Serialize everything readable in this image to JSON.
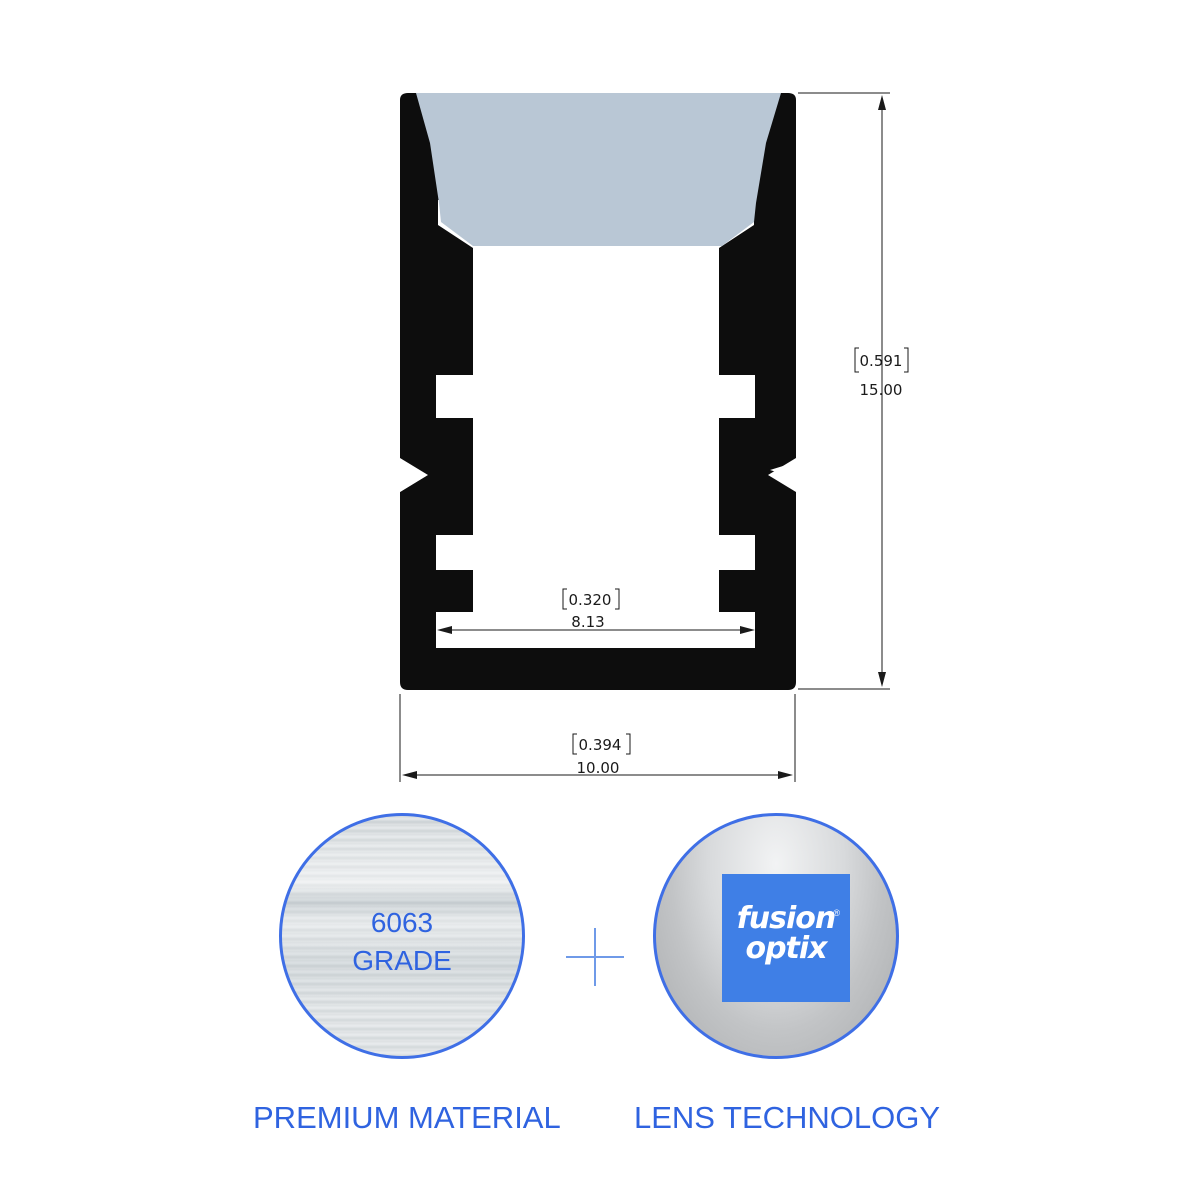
{
  "dimensions": {
    "height": {
      "inch": "0.591",
      "mm": "15.00"
    },
    "inner_width": {
      "inch": "0.320",
      "mm": "8.13"
    },
    "outer_width": {
      "inch": "0.394",
      "mm": "10.00"
    }
  },
  "badges": {
    "material": {
      "line1": "6063",
      "line2": "GRADE",
      "caption": "PREMIUM MATERIAL"
    },
    "lens": {
      "logo_line1": "fusion",
      "logo_line2": "optix",
      "logo_mark": "®",
      "caption": "LENS TECHNOLOGY"
    }
  },
  "colors": {
    "profile": "#0d0d0d",
    "lens": "#b9c7d5",
    "accent": "#2f63e0",
    "logo_bg": "#3f7fe6"
  }
}
